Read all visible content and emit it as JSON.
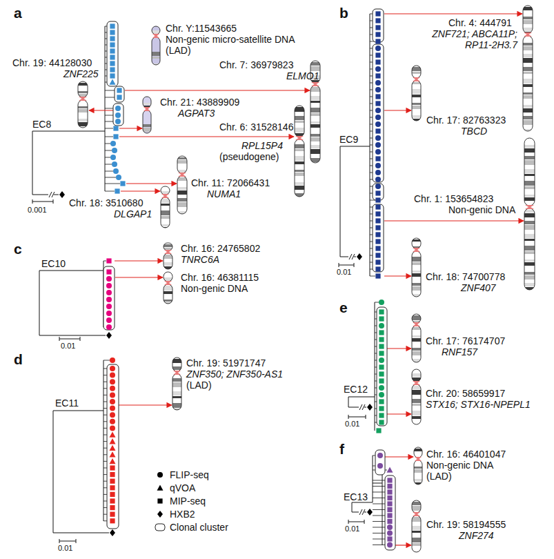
{
  "diagram": {
    "labels": [
      "a",
      "EC8",
      "0.001",
      "Chr. Y:11543665",
      "Non-genic micro-satellite DNA (LAD)",
      "Chr. 19: 44128030",
      "ZNF225",
      "Chr. 7: 36979823",
      "ELMO1",
      "Chr. 21: 43889909",
      "AGPAT3",
      "Chr. 6: 31528146",
      "RPL15P4",
      "(pseudogene)",
      "Chr. 11: 72066431",
      "NUMA1",
      "Chr. 18: 3510680",
      "DLGAP1",
      "b",
      "EC9",
      "0.01",
      "Chr. 4: 444791",
      "ZNF721; ABCA11P; RP11-2H3.7",
      "Chr. 17: 82763323",
      "TBCD",
      "Chr. 1: 153654823",
      "Non-genic DNA",
      "Chr. 18: 74700778",
      "ZNF407",
      "c",
      "EC10",
      "0.01",
      "Chr. 16: 24765802",
      "TNRC6A",
      "Chr. 16: 46381115",
      "Non-genic DNA",
      "d",
      "EC11",
      "0.01",
      "Chr. 19: 51971747",
      "ZNF350; ZNF350-AS1",
      "(LAD)",
      "e",
      "EC12",
      "0.01",
      "Chr. 17: 76174707",
      "RNF157",
      "Chr. 20: 58659917",
      "STX16; STX16-NPEPL1",
      "f",
      "EC13",
      "0.01",
      "Chr. 16: 46401047",
      "Non-genic DNA (LAD)",
      "Chr. 19: 58194555",
      "ZNF274"
    ],
    "legend": [
      {
        "text": "FLIP-seq"
      },
      {
        "text": "qVOA"
      },
      {
        "text": "MIP-seq"
      },
      {
        "text": "HXB2"
      },
      {
        "text": "Clonal cluster"
      }
    ]
  }
}
